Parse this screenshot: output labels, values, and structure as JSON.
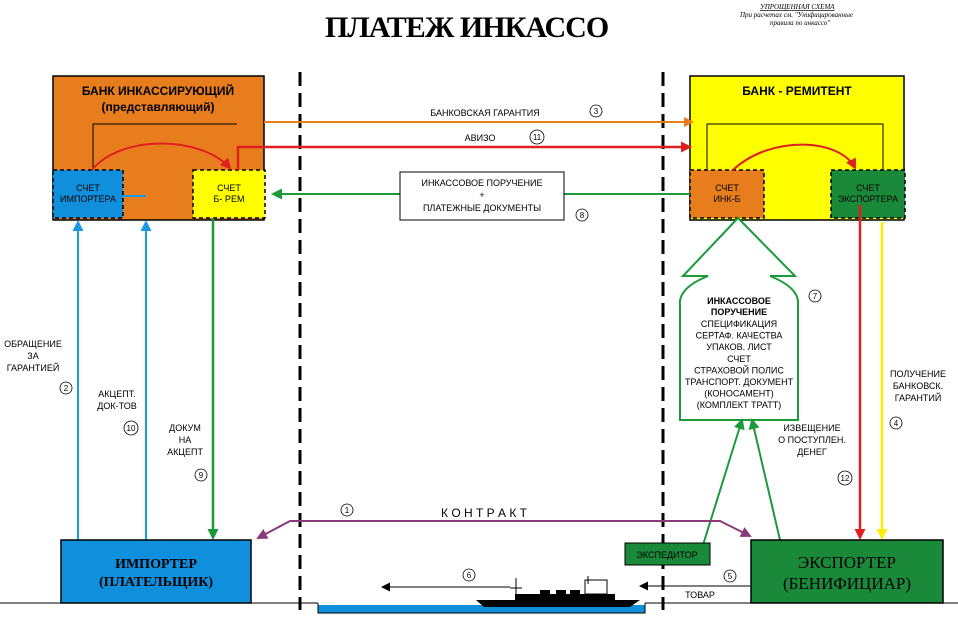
{
  "title": "ПЛАТЕЖ ИНКАССО",
  "note": {
    "line1": "УПРОЩЕННАЯ СХЕМА",
    "line2": "При расчетах см. \"Унифицированные",
    "line3": "правила по инкассо\""
  },
  "bank_collecting": {
    "line1": "БАНК ИНКАССИРУЮЩИЙ",
    "line2": "(представляющий)"
  },
  "bank_remitting": {
    "title": "БАНК - РЕМИТЕНТ"
  },
  "accounts": {
    "importer": {
      "line1": "СЧЕТ",
      "line2": "ИМПОРТЕРА"
    },
    "b_rem": {
      "line1": "СЧЕТ",
      "line2": "Б- РЕМ"
    },
    "ink_b": {
      "line1": "СЧЕТ",
      "line2": "ИНК-Б"
    },
    "exporter": {
      "line1": "СЧЕТ",
      "line2": "ЭКСПОРТЕРА"
    }
  },
  "flows": {
    "bank_guarantee": {
      "label": "БАНКОВСКАЯ ГАРАНТИЯ",
      "num": "3"
    },
    "aviso": {
      "label": "АВИЗО",
      "num": "11"
    },
    "collection_order": {
      "line1": "ИНКАССОВОЕ ПОРУЧЕНИЕ",
      "line2": "+",
      "line3": "ПЛАТЕЖНЫЕ ДОКУМЕНТЫ",
      "num": "8"
    },
    "request_guarantee": {
      "line1": "ОБРАЩЕНИЕ",
      "line2": "ЗА",
      "line3": "ГАРАНТИЕЙ",
      "num": "2"
    },
    "acceptance": {
      "line1": "АКЦЕПТ.",
      "line2": "ДОК-ТОВ",
      "num": "10"
    },
    "docs_for_accept": {
      "line1": "ДОКУМ",
      "line2": "НА",
      "line3": "АКЦЕПТ",
      "num": "9"
    },
    "receipt_guarantee": {
      "line1": "ПОЛУЧЕНИЕ",
      "line2": "БАНКОВСК.",
      "line3": "ГАРАНТИЙ",
      "num": "4"
    },
    "payment_notice": {
      "line1": "ИЗВЕЩЕНИЕ",
      "line2": "О ПОСТУПЛЕН.",
      "line3": "ДЕНЕГ",
      "num": "12"
    },
    "contract": {
      "label": "К О Н Т Р А К Т",
      "num": "1"
    },
    "shipment": {
      "num": "6"
    },
    "goods": {
      "label": "ТОВАР",
      "num": "5"
    }
  },
  "collection_docs": {
    "num": "7",
    "heading1": "ИНКАССОВОЕ",
    "heading2": "ПОРУЧЕНИЕ",
    "items": [
      "СПЕЦИФИКАЦИЯ",
      "СЕРТАФ. КАЧЕСТВА",
      "УПАКОВ. ЛИСТ",
      "СЧЕТ",
      "СТРАХОВОЙ ПОЛИС",
      "ТРАНСПОРТ. ДОКУМЕНТ",
      "(КОНОСАМЕНТ)",
      "(КОМПЛЕКТ ТРАТТ)"
    ]
  },
  "importer": {
    "line1": "ИМПОРТЕР",
    "line2": "(ПЛАТЕЛЬЩИК)"
  },
  "exporter": {
    "line1": "ЭКСПОРТЕР",
    "line2": "(БЕНИФИЦИАР)"
  },
  "forwarder": {
    "label": "ЭКСПЕДИТОР"
  },
  "colors": {
    "bank_collecting": "#e87d1e",
    "bank_remitting": "#ffff00",
    "importer": "#0f8fdc",
    "exporter": "#1a8a3a",
    "guarantee_arrow": "#e87d1e",
    "aviso_arrow": "#e02020",
    "documents_arrow": "#1a9a3a",
    "client_arrow": "#1a9ae0",
    "contract_arrow": "#8a3a7a",
    "yellow_arrow": "#ffee00"
  }
}
